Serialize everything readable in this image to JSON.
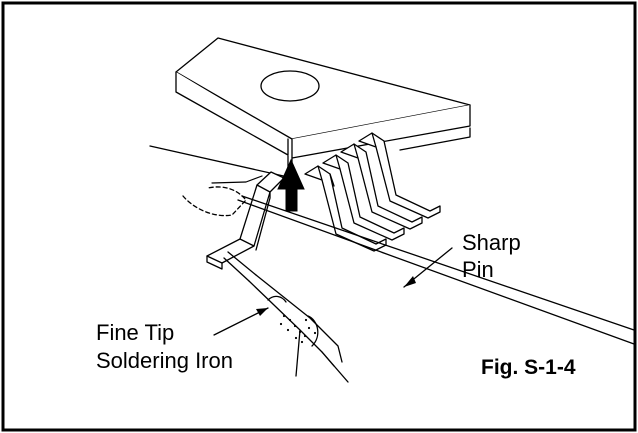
{
  "figure": {
    "caption": "Fig. S-1-4",
    "labels": {
      "sharp_pin": [
        "Sharp",
        "Pin"
      ],
      "soldering_iron": [
        "Fine Tip",
        "Soldering Iron"
      ]
    },
    "colors": {
      "line": "#000000",
      "background": "#ffffff"
    },
    "icons": {
      "lift_arrow": "up-arrow-icon",
      "iron_tip_texture": "stipple-dots"
    }
  }
}
